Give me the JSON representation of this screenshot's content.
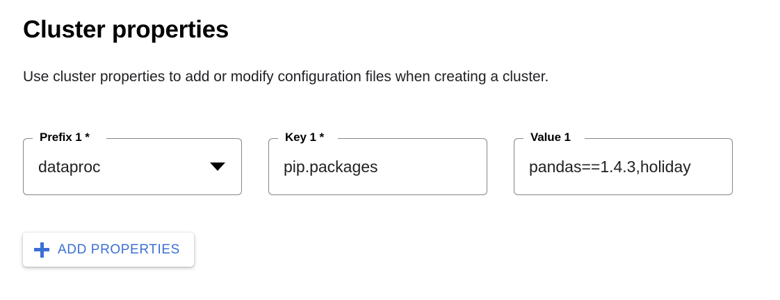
{
  "section": {
    "title": "Cluster properties",
    "description": "Use cluster properties to add or modify configuration files when creating a cluster."
  },
  "fields": [
    {
      "label": "Prefix 1 *",
      "value": "dataproc",
      "type": "select",
      "required": true,
      "icon": "chevron-down-icon"
    },
    {
      "label": "Key 1 *",
      "value": "pip.packages",
      "type": "text",
      "required": true
    },
    {
      "label": "Value 1",
      "value": "pandas==1.4.3,holiday",
      "type": "text",
      "required": false
    }
  ],
  "actions": {
    "add_properties_label": "ADD PROPERTIES",
    "add_properties_icon": "plus-icon"
  },
  "colors": {
    "accent_blue": "#3b6fd4",
    "field_border": "#80868b",
    "text_primary": "#202124",
    "background": "#ffffff"
  }
}
